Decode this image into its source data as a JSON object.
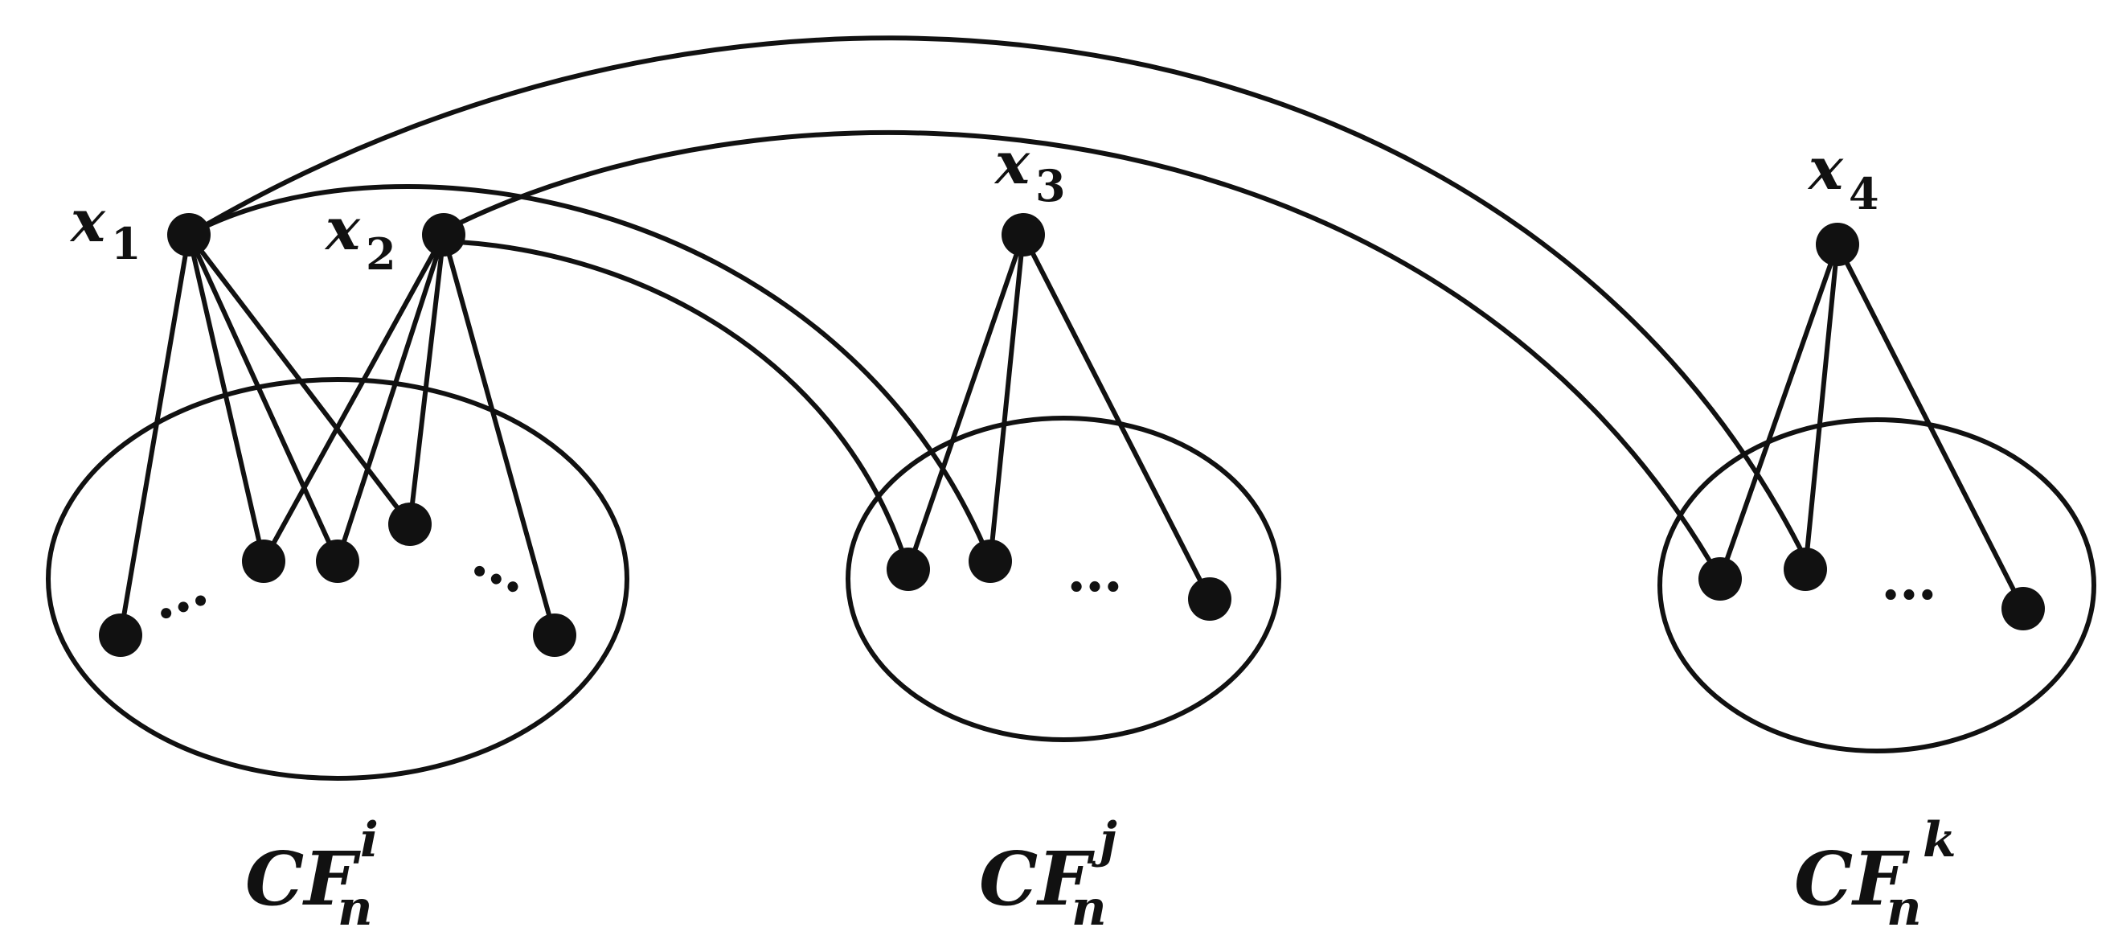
{
  "vertices": {
    "x1": {
      "name": "x",
      "index": "1"
    },
    "x2": {
      "name": "x",
      "index": "2"
    },
    "x3": {
      "name": "x",
      "index": "3"
    },
    "x4": {
      "name": "x",
      "index": "4"
    }
  },
  "regions": {
    "i": {
      "base": "CF",
      "sub": "n",
      "sup": "i"
    },
    "j": {
      "base": "CF",
      "sub": "n",
      "sup": "j"
    },
    "k": {
      "base": "CF",
      "sub": "n",
      "sup": "k"
    }
  },
  "ellipsis": "…"
}
